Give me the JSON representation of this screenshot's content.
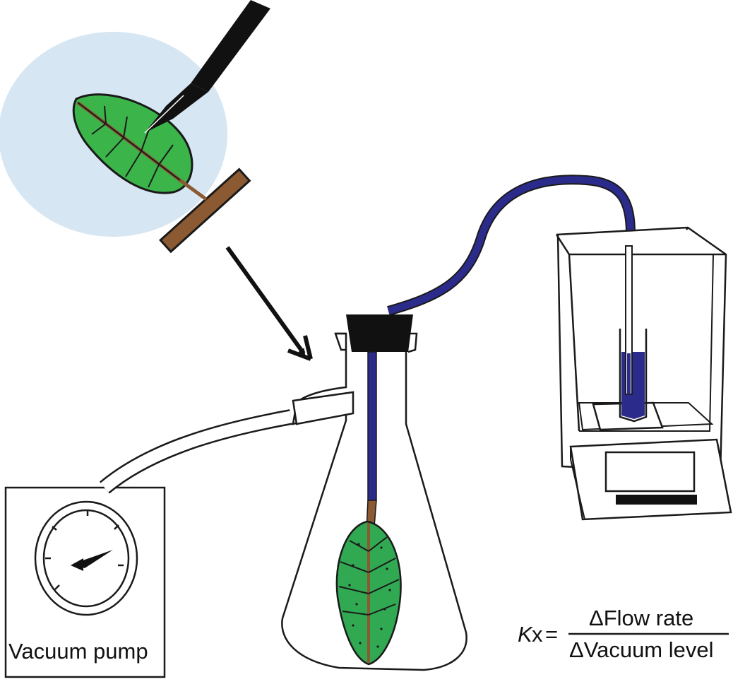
{
  "pump": {
    "label": "Vacuum pump"
  },
  "formula": {
    "lhs_symbol": "K",
    "lhs_subscript": "x",
    "equals": "=",
    "numerator": "ΔFlow rate",
    "denominator": "ΔVacuum level"
  },
  "colors": {
    "leaf": "#3bb54a",
    "leaf_flask": "#31a852",
    "stem": "#8b5a32",
    "tube_liquid": "#2b2b8c",
    "stopper": "#111111",
    "scalpel": "#111111",
    "cut_water": "#d6e6f2",
    "line": "#1a1a1a"
  }
}
